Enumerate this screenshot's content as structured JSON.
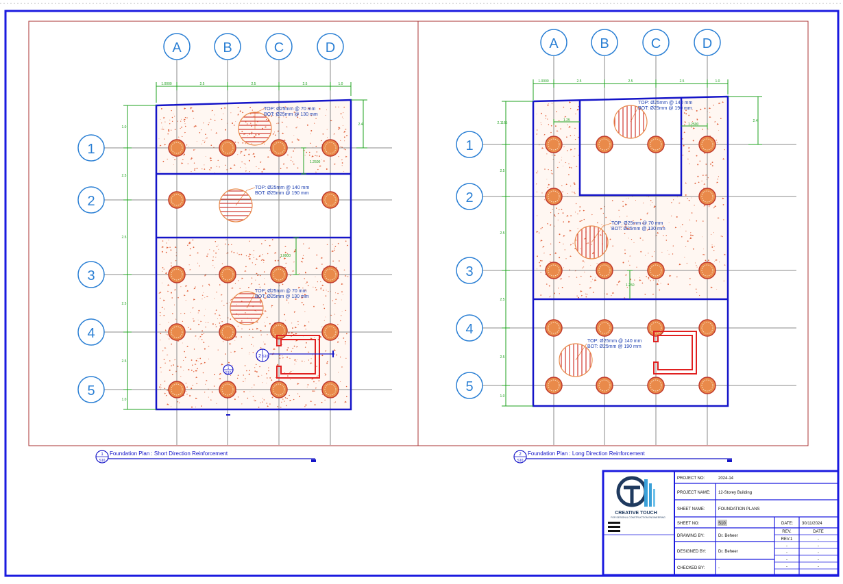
{
  "colors": {
    "sheet_border": "#1a1adf",
    "frame": "#a83232",
    "slab_edge": "#1414c8",
    "grid_line": "#8a8a8a",
    "grid_bubble": "#2a7fd4",
    "pile_fill": "#e98a4a",
    "pile_stroke": "#c0392b",
    "dimension": "#1ea11e",
    "hatch": "#d0342c",
    "concrete_dots": "#e0603a",
    "note_text": "#1a3db0"
  },
  "plan_short": {
    "columns": [
      "A",
      "B",
      "C",
      "D"
    ],
    "rows": [
      "1",
      "2",
      "3",
      "4",
      "5"
    ],
    "top_dims": [
      "1.0000",
      "2.5",
      "2.5",
      "2.5",
      "1.0"
    ],
    "left_dims": [
      "1.0"
    ],
    "side_dims": [
      "2.5",
      "2.5",
      "2.5",
      "2.5",
      "1.0"
    ],
    "right_dim": "2.4",
    "inner_dim_1": "1.2500",
    "inner_dim_2": "1.0000",
    "note_1_top": "TOP: Ø25mm @ 70 mm",
    "note_1_bot": "BOT: Ø25mm @ 130 mm",
    "note_2_top": "TOP: Ø25mm @ 140 mm",
    "note_2_bot": "BOT: Ø25mm @ 190 mm",
    "note_3_top": "TOP: Ø25mm @ 70 mm",
    "note_3_bot": "BOT: Ø25mm @ 130 mm",
    "section_mark": "2",
    "section_sheet": "S10",
    "detail_mark": "1",
    "detail_sheet": "S10",
    "title_number": "1",
    "title_sheet": "S10",
    "title": "Foundation Plan : Short Direction Reinforcement"
  },
  "plan_long": {
    "columns": [
      "A",
      "B",
      "C",
      "D"
    ],
    "rows": [
      "1",
      "2",
      "3",
      "4",
      "5"
    ],
    "top_dims": [
      "1.0000",
      "2.5",
      "2.5",
      "2.5",
      "1.0"
    ],
    "left_dims": [
      "2.1165"
    ],
    "side_dims": [
      "2.5",
      "2.5",
      "2.5",
      "1.0"
    ],
    "right_dim": "2.4",
    "inner_dim_1": "1.25",
    "inner_dim_2": "1.2500",
    "inner_dim_3": "1.250",
    "note_1_top": "TOP: Ø25mm @ 140 mm",
    "note_1_bot": "BOT: Ø25mm @ 190 mm",
    "note_2_top": "TOP: Ø25mm @ 70 mm",
    "note_2_bot": "BOT: Ø25mm @ 130 mm",
    "note_3_top": "TOP: Ø25mm @ 140 mm",
    "note_3_bot": "BOT: Ø25mm @ 190 mm",
    "title_number": "2",
    "title_sheet": "S10",
    "title": "Foundation Plan : Long Direction Reinforcement"
  },
  "title_block": {
    "company": "CREATIVE TOUCH",
    "company_sub": "FOR DESIGN & CONSTRUCTION ENGINEERING",
    "project_no_label": "PROJECT NO:",
    "project_no": "2024-14",
    "project_name_label": "PROJECT NAME:",
    "project_name": "12-Storey Building",
    "sheet_name_label": "SHEET NAME:",
    "sheet_name": "FOUNDATION PLANS",
    "sheet_no_label": "SHEET NO:",
    "sheet_no": "S10",
    "date_label": "DATE:",
    "date": "30/11/2024",
    "drawn_by_label": "DRAWING BY:",
    "drawn_by": "Dr. Beheer",
    "designed_by_label": "DESIGNED BY:",
    "designed_by": "Dr. Beheer",
    "checked_by_label": "CHECKED BY:",
    "checked_by": "-",
    "rev_header": "REV.",
    "rev_date_header": "DATE",
    "rev_rows": [
      [
        "REV.1",
        "-"
      ],
      [
        "-",
        "-"
      ],
      [
        "-",
        "-"
      ],
      [
        "-",
        "-"
      ],
      [
        "-",
        "-"
      ]
    ]
  }
}
